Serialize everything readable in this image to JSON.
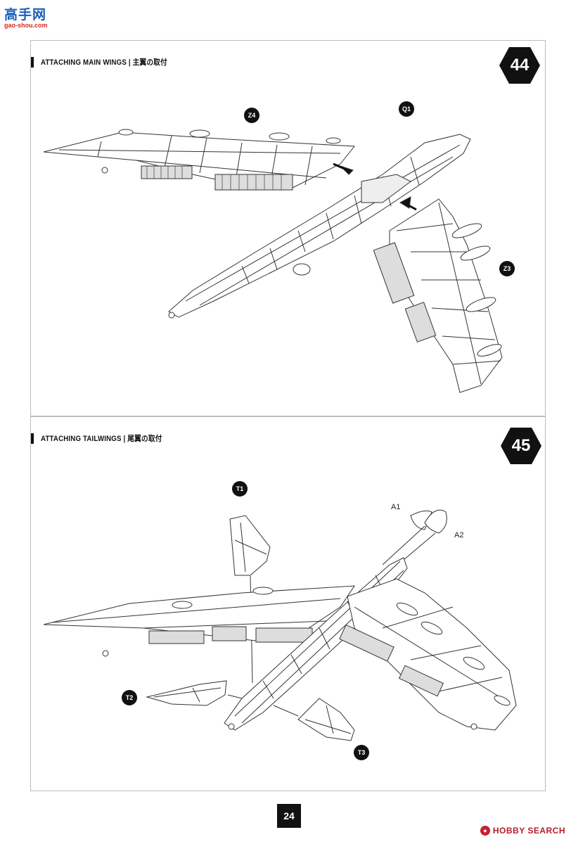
{
  "watermark_top": {
    "logo": "高手网",
    "url": "gao-shou.com"
  },
  "steps": [
    {
      "number": "44",
      "title": "ATTACHING MAIN WINGS | 主翼の取付",
      "parts": {
        "z4": "Z4",
        "q1": "Q1",
        "z3": "Z3"
      }
    },
    {
      "number": "45",
      "title": "ATTACHING TAILWINGS | 尾翼の取付",
      "parts": {
        "t1": "T1",
        "a1": "A1",
        "a2": "A2",
        "t2": "T2",
        "t3": "T3"
      }
    }
  ],
  "page_number": "24",
  "watermark_bottom": {
    "brand": "HOBBY SEARCH"
  },
  "colors": {
    "ink": "#111111",
    "badge": "#111111",
    "line": "#333333",
    "watermark_red": "#b71b2b",
    "watermark_blue": "#1b5fb8"
  }
}
